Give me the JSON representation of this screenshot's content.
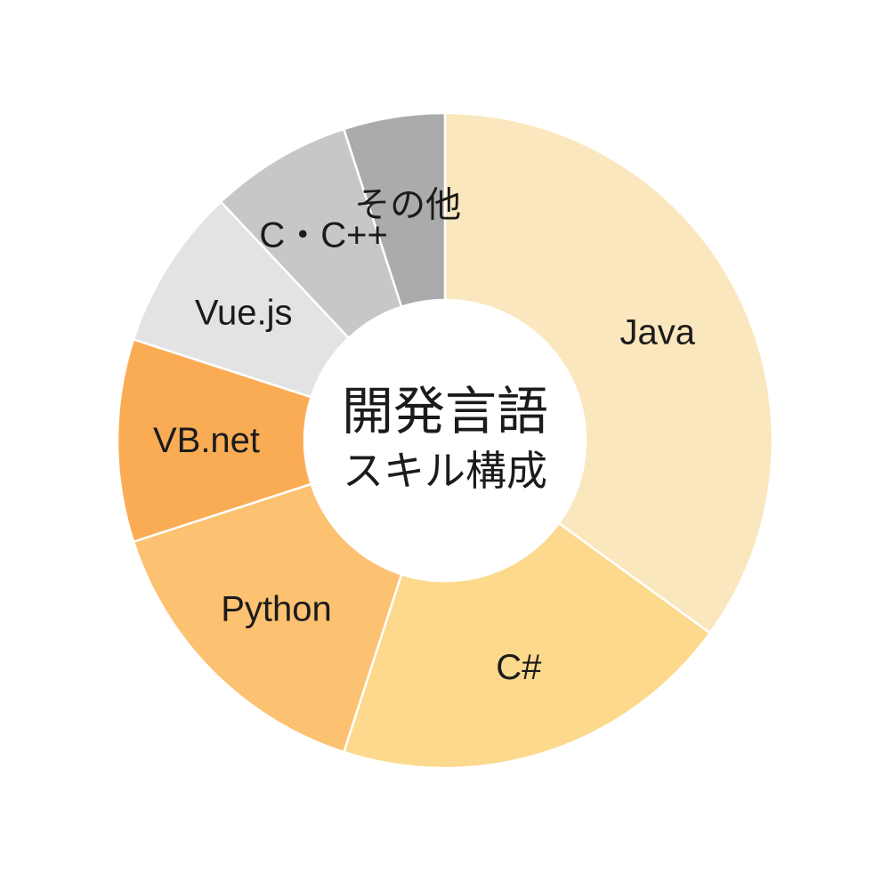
{
  "page": {
    "background_color": "#ffffff",
    "text_color": "#1b1b1b"
  },
  "chart_data": {
    "type": "pie",
    "variant": "donut",
    "title": "開発言語 スキル構成",
    "title_lines": [
      "開発言語",
      "スキル構成"
    ],
    "legend": "none",
    "labels_position": "inside-slices",
    "start_angle_deg": 0,
    "direction": "clockwise",
    "values_are": "percent-estimated-from-arc-angles",
    "slices": [
      {
        "label": "Java",
        "value": 35,
        "color": "#FBE7BD"
      },
      {
        "label": "C#",
        "value": 20,
        "color": "#FCD98C"
      },
      {
        "label": "Python",
        "value": 15,
        "color": "#FCC171"
      },
      {
        "label": "VB.net",
        "value": 10,
        "color": "#FAAC55"
      },
      {
        "label": "Vue.js",
        "value": 8,
        "color": "#E3E3E3"
      },
      {
        "label": "C・C++",
        "value": 7,
        "color": "#C7C7C7"
      },
      {
        "label": "その他",
        "value": 5,
        "color": "#ABABAB"
      }
    ]
  }
}
